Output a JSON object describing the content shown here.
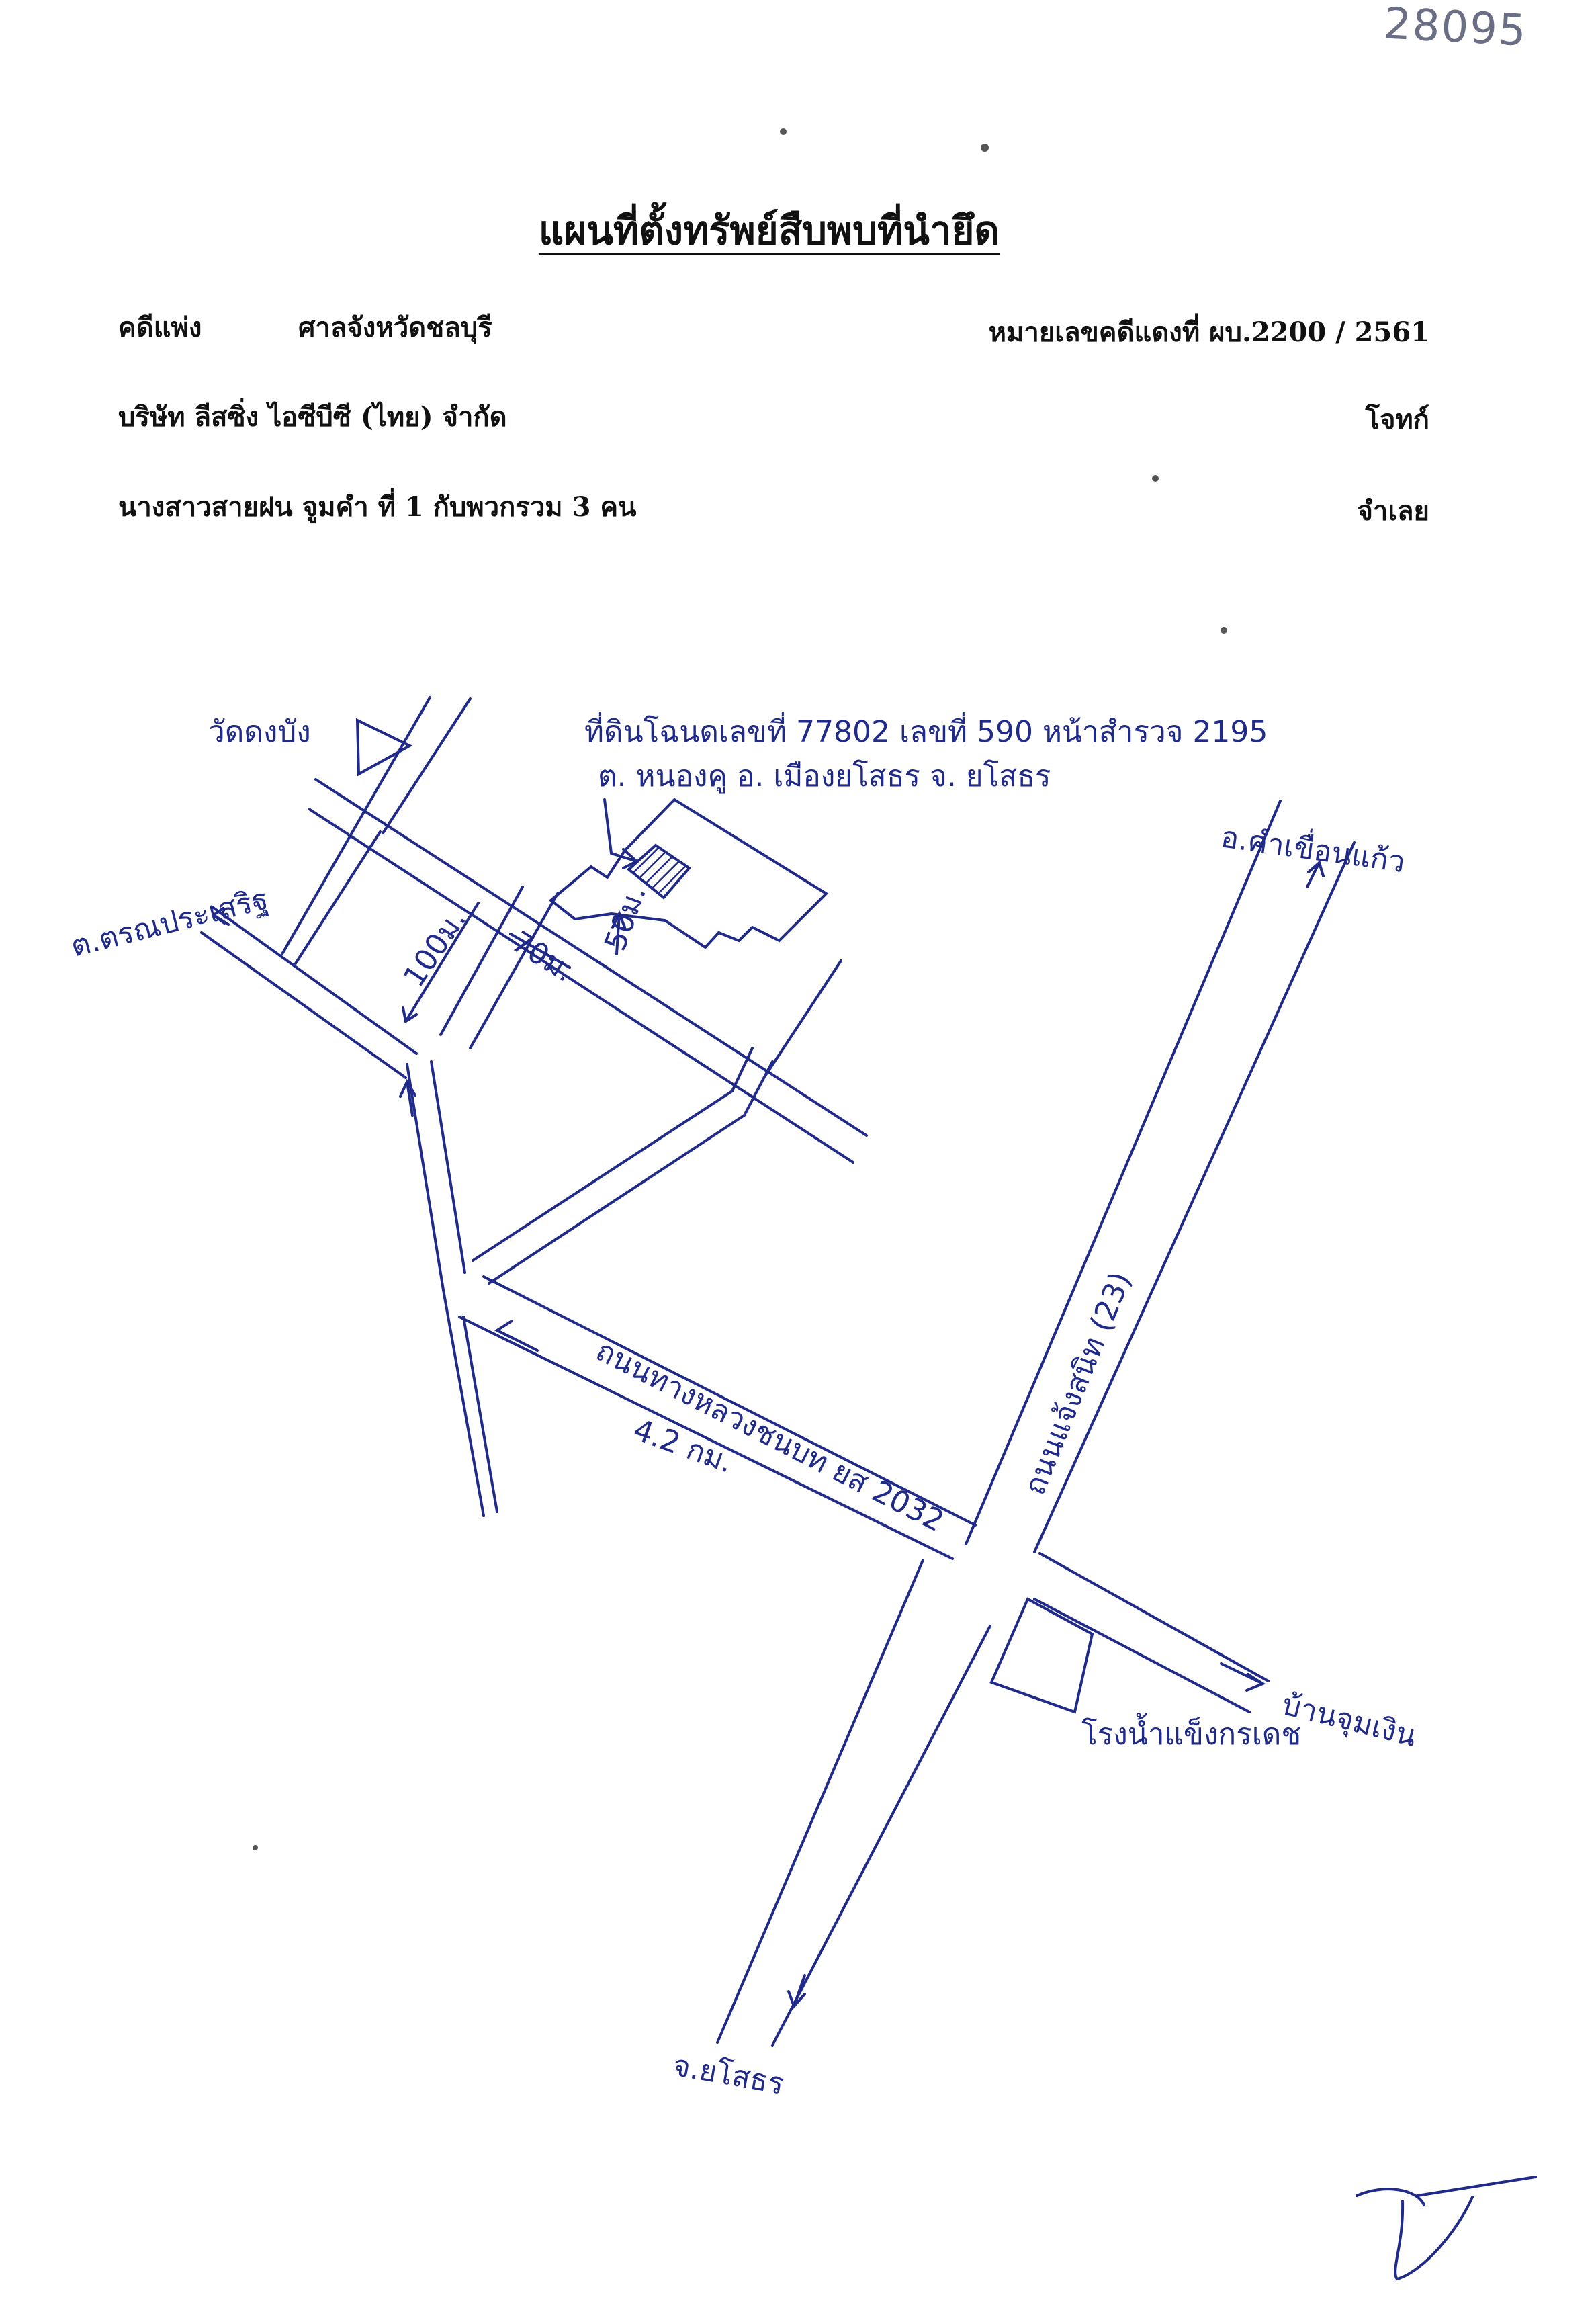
{
  "corner_number": "28095",
  "title": "แผนที่ตั้งทรัพย์สืบพบที่นำยึด",
  "header": {
    "case_type_label": "คดีแพ่ง",
    "court": "ศาลจังหวัดชลบุรี",
    "case_number": "หมายเลขคดีแดงที่ ผบ.2200 / 2561",
    "plaintiff": "บริษัท ลีสซิ่ง ไอซีบีซี (ไทย) จำกัด",
    "plaintiff_role": "โจทก์",
    "defendant": "นางสาวสายฝน จูมคำ ที่ 1 กับพวกรวม 3 คน",
    "defendant_role": "จำเลย"
  },
  "map": {
    "landmark_temple": "วัดดงบัง",
    "parcel_line1": "ที่ดินโฉนดเลขที่ 77802 เลขที่ 590 หน้าสำรวจ 2195",
    "parcel_line2": "ต. หนองคู อ. เมืองยโสธร จ. ยโสธร",
    "left_road_label": "ต.ตรณประเสริฐ",
    "dist_100m": "100ม.",
    "dist_70m": "70ม.",
    "dist_50m": "50ม.",
    "north_destination": "อ.คำเขื่อนแก้ว",
    "main_road_label": "ถนนแจ้งสนิท (23)",
    "rural_road_label": "ถนนทางหลวงชนบท ยส 2032",
    "distance_km": "4.2 กม.",
    "east_destination": "บ้านจุมเงิน",
    "building_label": "โรงน้ำแข็งกรเดช",
    "south_destination": "จ.ยโสธร"
  }
}
